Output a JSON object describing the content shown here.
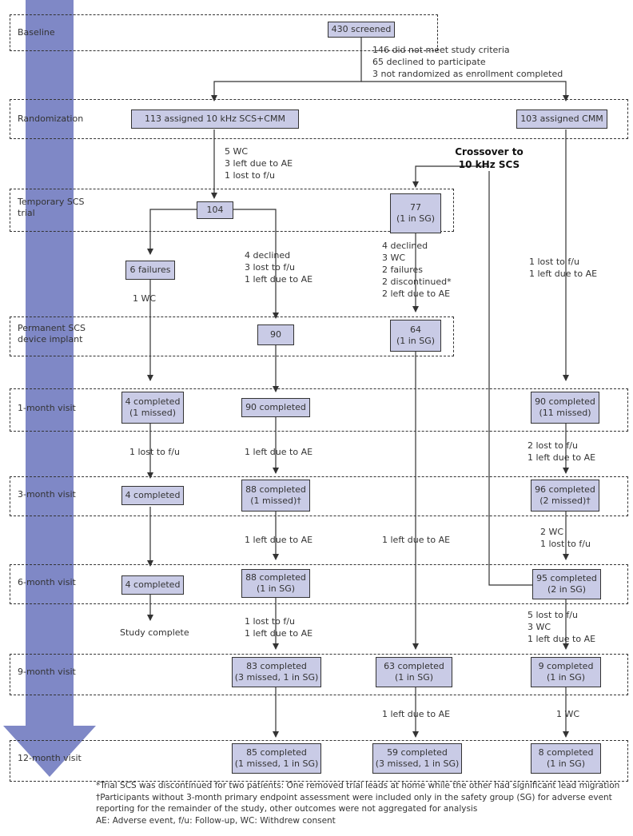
{
  "colors": {
    "box_fill": "#c9cbe6",
    "side_bar": "#7f88c6",
    "line": "#333333"
  },
  "phases": [
    {
      "label": "Baseline"
    },
    {
      "label": "Randomization"
    },
    {
      "label": "Temporary SCS trial"
    },
    {
      "label": "Permanent SCS device implant"
    },
    {
      "label": "1-month visit"
    },
    {
      "label": "3-month visit"
    },
    {
      "label": "6-month visit"
    },
    {
      "label": "9-month visit"
    },
    {
      "label": "12-month visit"
    }
  ],
  "crossover_title": [
    "Crossover to",
    "10 kHz SCS"
  ],
  "boxes": {
    "screened": [
      "430 screened"
    ],
    "assigned_scs": [
      "113 assigned 10 kHz SCS+CMM"
    ],
    "assigned_cmm": [
      "103 assigned CMM"
    ],
    "trial_scs": [
      "104"
    ],
    "trial_cross": [
      "77",
      "(1 in SG)"
    ],
    "failures": [
      "6 failures"
    ],
    "implant_scs": [
      "90"
    ],
    "implant_cross": [
      "64",
      "(1 in SG)"
    ],
    "m1_fail": [
      "4 completed",
      "(1 missed)"
    ],
    "m1_scs": [
      "90 completed"
    ],
    "m1_cmm": [
      "90 completed",
      "(11 missed)"
    ],
    "m3_fail": [
      "4 completed"
    ],
    "m3_scs": [
      "88 completed",
      "(1 missed)†"
    ],
    "m3_cmm": [
      "96 completed",
      "(2 missed)†"
    ],
    "m6_fail": [
      "4 completed"
    ],
    "m6_scs": [
      "88 completed",
      "(1 in SG)"
    ],
    "m6_cmm": [
      "95 completed",
      "(2 in SG)"
    ],
    "m9_scs": [
      "83 completed",
      "(3 missed, 1 in SG)"
    ],
    "m9_cross": [
      "63 completed",
      "(1 in SG)"
    ],
    "m9_cmm": [
      "9 completed",
      "(1 in SG)"
    ],
    "m12_scs": [
      "85 completed",
      "(1 missed, 1 in SG)"
    ],
    "m12_cross": [
      "59 completed",
      "(3 missed, 1 in SG)"
    ],
    "m12_cmm": [
      "8 completed",
      "(1 in SG)"
    ]
  },
  "notes": {
    "excluded": [
      "146 did not meet study criteria",
      "65 declined to participate",
      "3 not randomized as enrollment completed"
    ],
    "scs_pre_trial": [
      "5 WC",
      "3 left due to AE",
      "1 lost to f/u"
    ],
    "scs_trial_implant": [
      "4 declined",
      "3 lost to f/u",
      "1 left due to AE"
    ],
    "cross_trial_implant": [
      "4 declined",
      "3 WC",
      "2 failures",
      "2 discontinued*",
      "2 left due to AE"
    ],
    "cmm_pre_1m": [
      "1 lost to f/u",
      "1 left due to AE"
    ],
    "fail_wc": [
      "1 WC"
    ],
    "fail_1_3": [
      "1 lost to f/u"
    ],
    "scs_1_3": [
      "1 left due to AE"
    ],
    "cmm_1_3": [
      "2 lost to f/u",
      "1 left due to AE"
    ],
    "scs_3_6": [
      "1 left due to AE"
    ],
    "cross_6": [
      "1 left due to AE"
    ],
    "cmm_3_6": [
      "2 WC",
      "1 lost to f/u"
    ],
    "study_complete": [
      "Study complete"
    ],
    "scs_6_9": [
      "1 lost to f/u",
      "1 left due to AE"
    ],
    "cmm_6_9": [
      "5 lost to f/u",
      "3 WC",
      "1 left due to AE"
    ],
    "cross_9_12": [
      "1 left due to AE"
    ],
    "cmm_9_12": [
      "1 WC"
    ]
  },
  "footnotes": [
    "*Trial SCS was discontinued for two patients: One removed trial leads at home while the other had significant lead migration",
    "†Participants without 3-month primary endpoint assessment were included only in the safety group (SG) for adverse event",
    "reporting for the remainder of the study, other outcomes were not aggregated for analysis",
    "AE: Adverse event, f/u: Follow-up, WC: Withdrew consent"
  ]
}
